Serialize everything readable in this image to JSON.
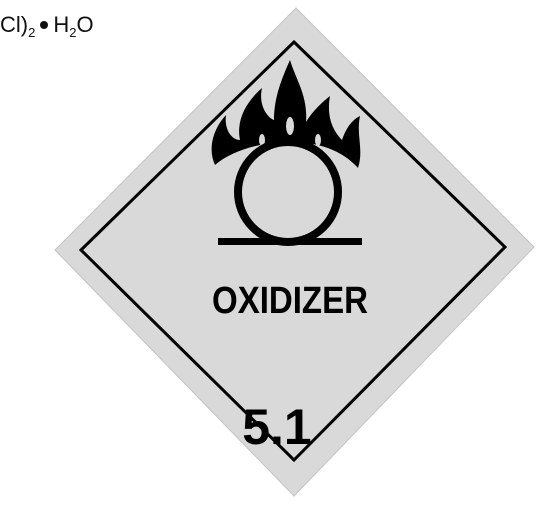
{
  "formula": {
    "part1": "Cl)",
    "sub1": "2",
    "part2": "H",
    "sub2": "2",
    "part3": "O"
  },
  "placard": {
    "label": "OXIDIZER",
    "hazard_class": "5.1",
    "icon": "flame-over-circle-icon",
    "colors": {
      "background": "#d9d9d9",
      "border": "#000000"
    }
  }
}
